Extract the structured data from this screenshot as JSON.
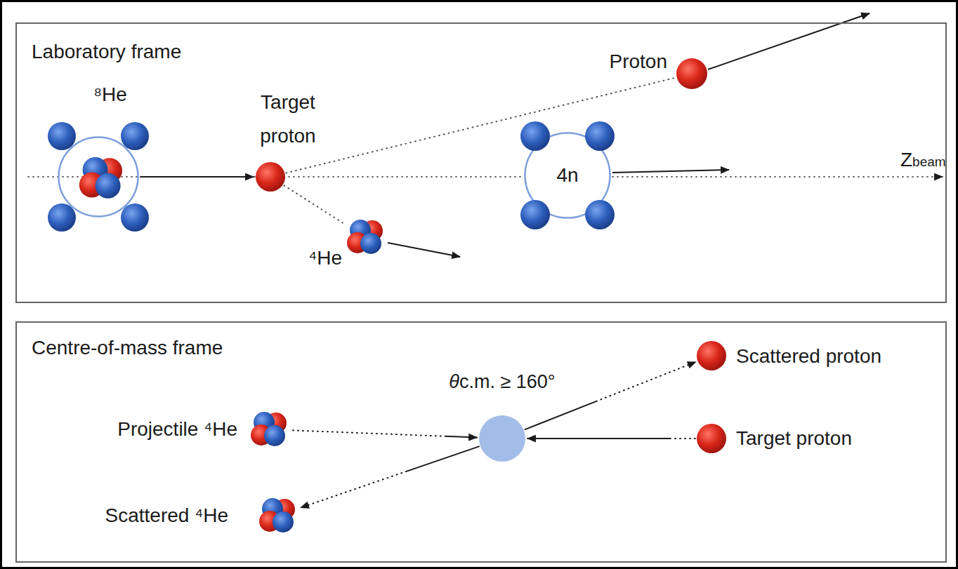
{
  "diagram": {
    "nodes": [
      {
        "text": [
          "Laboratory frame"
        ]
      },
      {
        "text": [
          "⁸He"
        ],
        "in": 0
      },
      {
        "text": [
          "Target proton"
        ],
        "in": 0
      },
      {
        "text": [
          "Proton"
        ],
        "in": 0
      },
      {
        "text": [
          "⁴He"
        ],
        "in": 0
      },
      {
        "text": [
          "4n"
        ],
        "in": 0
      },
      {
        "text": [
          "Centre-of-mass frame"
        ]
      },
      {
        "text": [
          "Projectile ⁴He"
        ],
        "in": 6
      },
      {
        "text": [
          "θc.m. ≥ 160°"
        ],
        "in": 6
      },
      {
        "text": [
          "Target proton"
        ],
        "in": 6
      },
      {
        "text": [
          "Scattered proton"
        ],
        "in": 6
      },
      {
        "text": [
          "Scattered ⁴He"
        ],
        "in": 6
      }
    ],
    "edges": [
      {
        "from": 1,
        "to": 2,
        "arrow": "to"
      },
      {
        "from": 2,
        "to": 3,
        "arrow": "none"
      },
      {
        "from": 2,
        "to": 4,
        "arrow": "none"
      },
      {
        "from": 7,
        "to": 8,
        "arrow": "to"
      },
      {
        "from": 9,
        "to": 8,
        "arrow": "to"
      },
      {
        "from": 8,
        "to": 10,
        "arrow": "to"
      },
      {
        "from": 8,
        "to": 11,
        "arrow": "to"
      }
    ],
    "labels": [
      "Zbeam"
    ]
  }
}
